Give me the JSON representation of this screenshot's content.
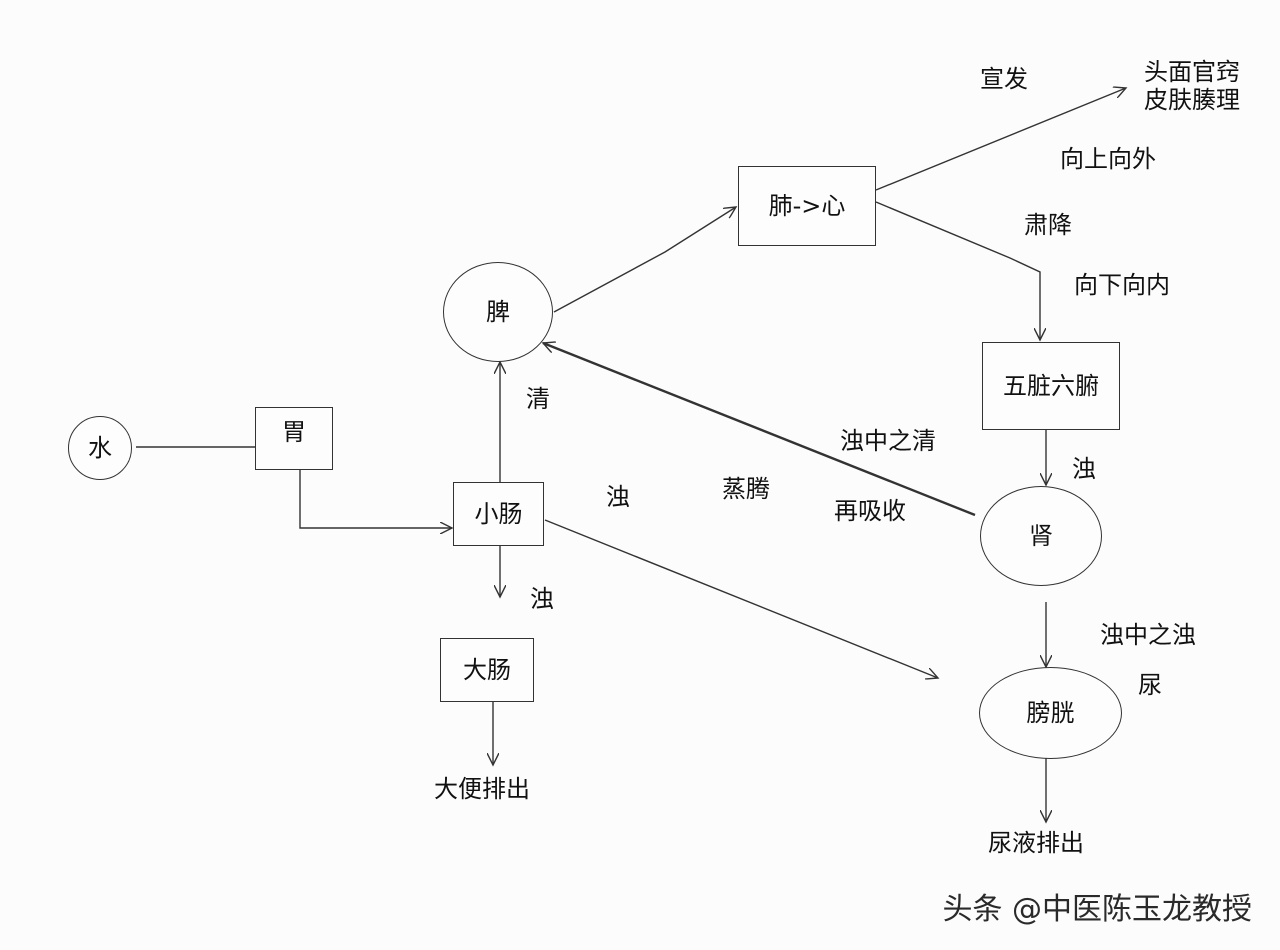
{
  "nodes": {
    "water": "水",
    "stomach": "胃",
    "small_intestine": "小肠",
    "large_intestine": "大肠",
    "spleen": "脾",
    "lung_heart": "肺->心",
    "zang_fu": "五脏六腑",
    "kidney": "肾",
    "bladder": "膀胱"
  },
  "labels": {
    "xuan_fa": "宣发",
    "head_face_line1": "头面官窍",
    "head_face_line2": "皮肤腠理",
    "upward_outward": "向上向外",
    "su_jiang": "肃降",
    "downward_inward": "向下向内",
    "qing": "清",
    "zhuo_small_to_large": "浊",
    "zhuo_middle": "浊",
    "zhuo_zangfu": "浊",
    "zhengteng": "蒸腾",
    "zhuo_zhong_zhi_qing": "浊中之清",
    "reabsorb": "再吸收",
    "zhuo_zhong_zhi_zhuo": "浊中之浊",
    "urine": "尿",
    "stool_out": "大便排出",
    "urine_out": "尿液排出"
  },
  "watermark": "头条 @中医陈玉龙教授"
}
